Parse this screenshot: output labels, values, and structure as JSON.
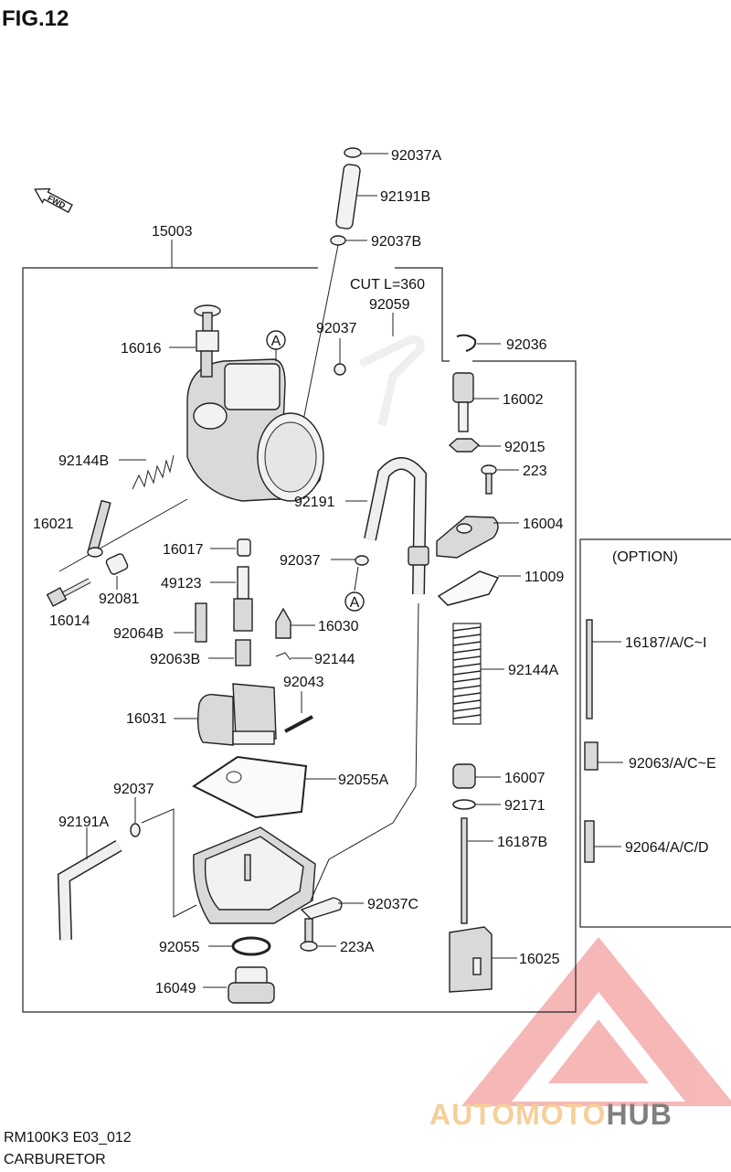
{
  "figure": {
    "title": "FIG.12"
  },
  "fwd_label": "FWD",
  "option_box": {
    "title": "(OPTION)"
  },
  "callouts": {
    "circle_a_top": "A",
    "circle_a_bottom": "A"
  },
  "parts": {
    "p92037A": "92037A",
    "p92191B": "92191B",
    "p92037B": "92037B",
    "p15003": "15003",
    "cut": "CUT L=360",
    "p92059": "92059",
    "p92037_top": "92037",
    "p92036": "92036",
    "p16016": "16016",
    "p16002": "16002",
    "p92015": "92015",
    "p92144B": "92144B",
    "p223": "223",
    "p92191": "92191",
    "p16004": "16004",
    "p16021": "16021",
    "p16017": "16017",
    "p92037_mid": "92037",
    "p11009": "11009",
    "p49123": "49123",
    "p92081": "92081",
    "p16014": "16014",
    "p92064B": "92064B",
    "p16030": "16030",
    "p92063B": "92063B",
    "p92144": "92144",
    "p92144A": "92144A",
    "p92043": "92043",
    "p16031": "16031",
    "p16007": "16007",
    "p92055A": "92055A",
    "p92037_low": "92037",
    "p92171": "92171",
    "p92191A": "92191A",
    "p16187B": "16187B",
    "p92037C": "92037C",
    "p92055": "92055",
    "p223A": "223A",
    "p16025": "16025",
    "p16049": "16049",
    "opt_16187": "16187/A/C~I",
    "opt_92063": "92063/A/C~E",
    "opt_92064": "92064/A/C/D"
  },
  "footer": {
    "code": "RM100K3 E03_012",
    "name": "CARBURETOR"
  },
  "watermark": {
    "part1": "AUTOMOTO",
    "part2": "HUB",
    "color_primary": "#f08080",
    "color_secondary": "#f4b860",
    "color_dark": "#666666"
  }
}
